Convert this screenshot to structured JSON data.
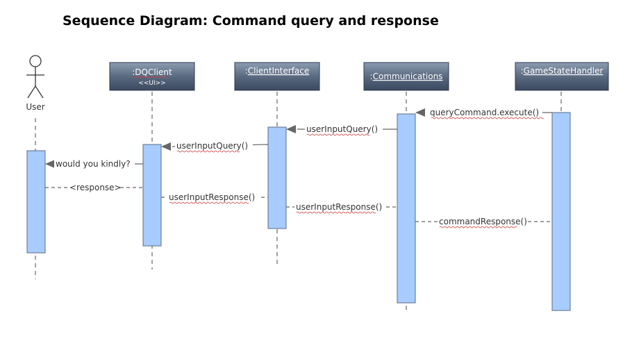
{
  "title": "Sequence Diagram: Command query and response",
  "actor": {
    "label": "User",
    "icon": "stick-figure-icon"
  },
  "lifelines": [
    {
      "prefix": ":",
      "name": "DQClient",
      "stereotype": "<<UI>>"
    },
    {
      "prefix": ":",
      "name": "ClientInterface"
    },
    {
      "prefix": ":",
      "name": "Communications"
    },
    {
      "prefix": ":",
      "name": "GameStateHandler"
    }
  ],
  "messages": [
    {
      "label": "queryCommand.execute()",
      "from": "GameStateHandler",
      "to": "Communications",
      "kind": "call"
    },
    {
      "label": "userInputQuery()",
      "from": "Communications",
      "to": "ClientInterface",
      "kind": "call"
    },
    {
      "label": "userInputQuery()",
      "from": "ClientInterface",
      "to": "DQClient",
      "kind": "call"
    },
    {
      "label": "would you kindly?",
      "from": "DQClient",
      "to": "User",
      "kind": "call"
    },
    {
      "label": "<response>",
      "from": "User",
      "to": "DQClient",
      "kind": "return"
    },
    {
      "label": "userInputResponse()",
      "from": "DQClient",
      "to": "ClientInterface",
      "kind": "return"
    },
    {
      "label": "userInputResponse()",
      "from": "ClientInterface",
      "to": "Communications",
      "kind": "return"
    },
    {
      "label": "commandResponse()",
      "from": "Communications",
      "to": "GameStateHandler",
      "kind": "return"
    }
  ],
  "colors": {
    "header_top": "#8a9bb0",
    "header_bottom": "#3d4c61",
    "activation_fill": "#a8ccff",
    "activation_stroke": "#5a6b80",
    "line": "#555555",
    "arrow": "#555555"
  }
}
